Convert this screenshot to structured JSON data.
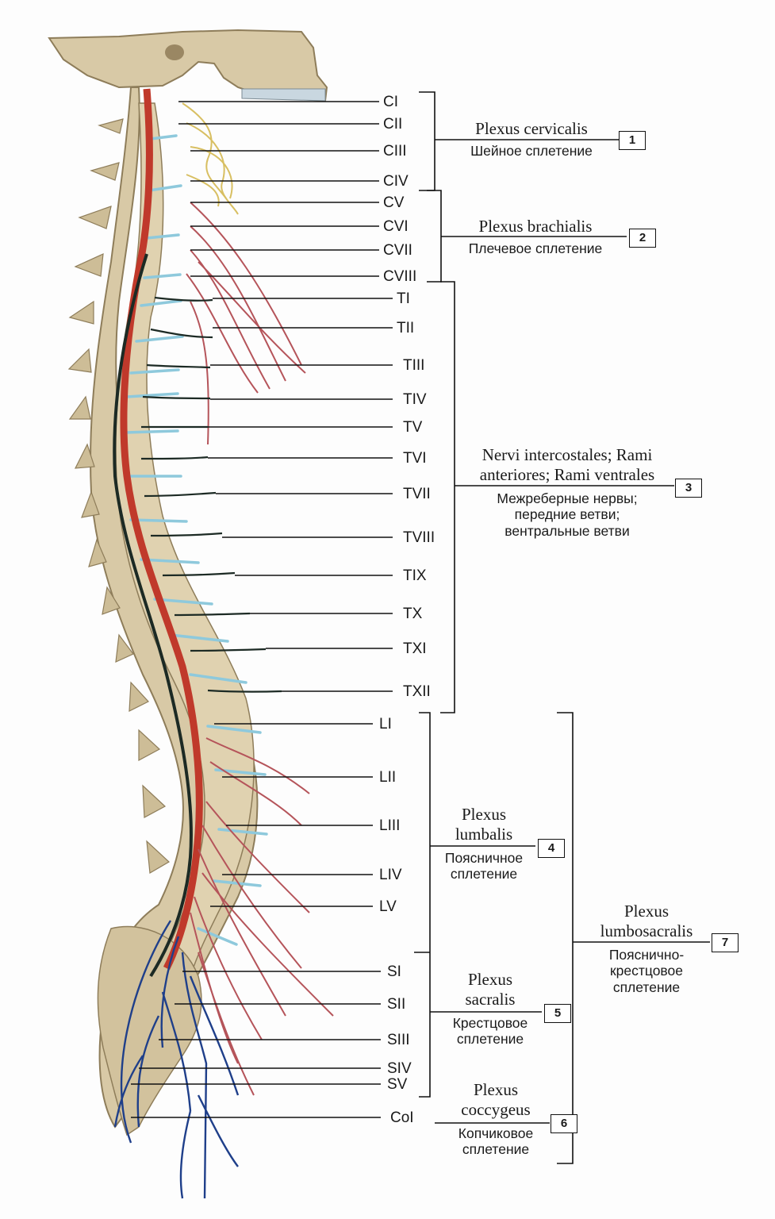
{
  "segment_labels": [
    "CI",
    "CII",
    "CIII",
    "CIV",
    "CV",
    "CVI",
    "CVII",
    "CVIII",
    "TI",
    "TII",
    "TIII",
    "TIV",
    "TV",
    "TVI",
    "TVII",
    "TVIII",
    "TIX",
    "TX",
    "TXI",
    "TXII",
    "LI",
    "LII",
    "LIII",
    "LIV",
    "LV",
    "SI",
    "SII",
    "SIII",
    "SIV",
    "SV",
    "CoI"
  ],
  "plexuses": [
    {
      "number": "1",
      "latin": "Plexus cervicalis",
      "russian": "Шейное сплетение"
    },
    {
      "number": "2",
      "latin": "Plexus brachialis",
      "russian": "Плечевое сплетение"
    },
    {
      "number": "3",
      "latin": [
        "Nervi intercostales; Rami",
        "anteriores; Rami ventrales"
      ],
      "russian": [
        "Межреберные нервы;",
        "передние ветви;",
        "вентральные ветви"
      ]
    },
    {
      "number": "4",
      "latin": [
        "Plexus",
        "lumbalis"
      ],
      "russian": [
        "Поясничное",
        "сплетение"
      ]
    },
    {
      "number": "5",
      "latin": [
        "Plexus",
        "sacralis"
      ],
      "russian": [
        "Крестцовое",
        "сплетение"
      ]
    },
    {
      "number": "6",
      "latin": [
        "Plexus",
        "coccygeus"
      ],
      "russian": [
        "Копчиковое",
        "сплетение"
      ]
    },
    {
      "number": "7",
      "latin": [
        "Plexus",
        "lumbosacralis"
      ],
      "russian": [
        "Пояснично-",
        "крестцовое",
        "сплетение"
      ]
    }
  ],
  "colors": {
    "bone": "#d8c9a6",
    "bone_shade": "#b7a57f",
    "disc": "#8ec9dc",
    "spinal_cord": "#c0392b",
    "nerve_red": "#b5545a",
    "nerve_yellow": "#d8bf62",
    "nerve_blue": "#1f3f8a",
    "nerve_dark": "#1c2a24",
    "line": "#111111"
  }
}
